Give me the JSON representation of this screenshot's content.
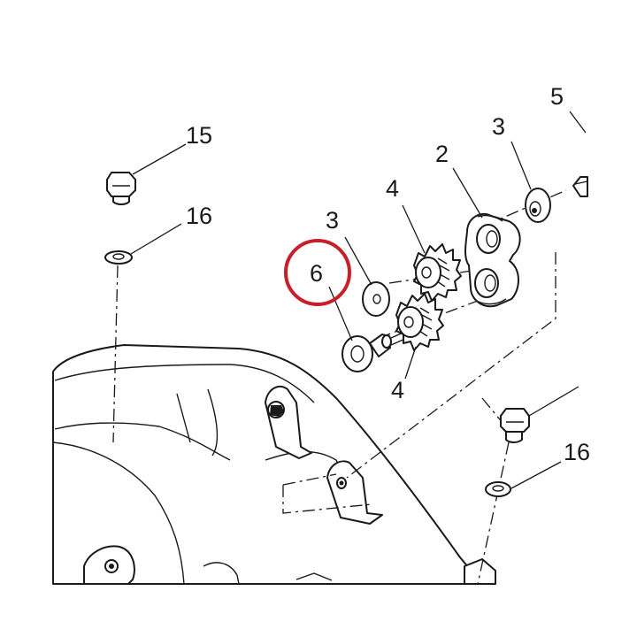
{
  "callouts": {
    "bolt_top_left": "15",
    "washer_top_left": "16",
    "washer_a": "3",
    "washer_b": "3",
    "bracket": "2",
    "gear_upper": "4",
    "gear_lower": "4",
    "fastener_top_right": "5",
    "bolt_highlighted": "6",
    "washer_right": "16"
  },
  "highlight": {
    "part": "6",
    "color": "#c8202a"
  }
}
